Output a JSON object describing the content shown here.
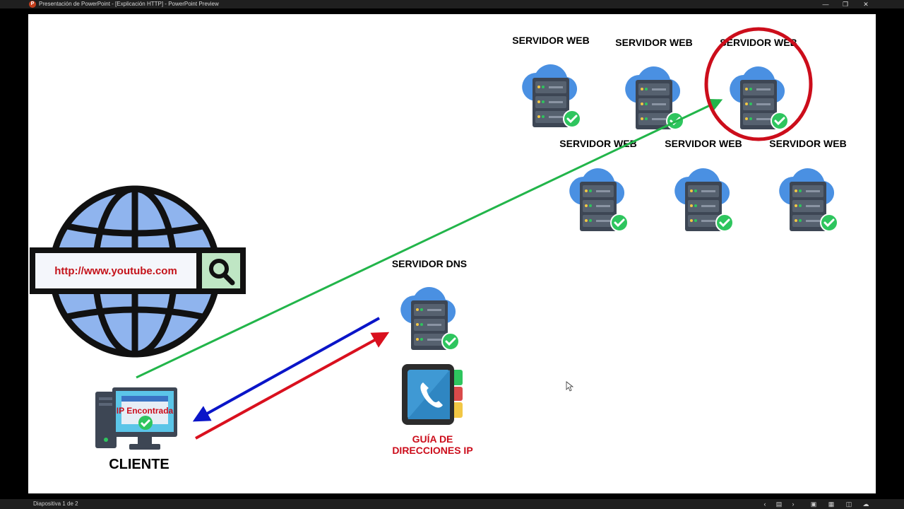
{
  "window": {
    "title": "Presentación de PowerPoint - [Explicación HTTP] - PowerPoint Preview",
    "app_icon": "powerpoint-icon",
    "controls": [
      "minimize-icon",
      "restore-icon",
      "close-icon"
    ]
  },
  "slide": {
    "web_server_label": "SERVIDOR WEB",
    "dns_server_label": "SERVIDOR DNS",
    "url": "http://www.youtube.com",
    "ip_found": "IP Encontrada",
    "client_label": "CLIENTE",
    "ip_directory_label": "GUÍA DE DIRECCIONES IP",
    "colors": {
      "cloud": "#4a90e2",
      "server": "#3d4654",
      "check": "#2ec55e",
      "arrow_green": "#22b54a",
      "arrow_blue": "#0a15c8",
      "arrow_red": "#d9101e",
      "highlight_circle": "#cc0d1b",
      "ip_text": "#cc0d1b",
      "url_text": "#c4131a"
    }
  },
  "statusbar": {
    "slide_indicator": "Diapositiva 1 de 2",
    "icons": [
      "previous-icon",
      "notes-icon",
      "next-icon",
      "normal-view-icon",
      "slide-sorter-icon",
      "reading-view-icon",
      "presenter-icon"
    ]
  }
}
